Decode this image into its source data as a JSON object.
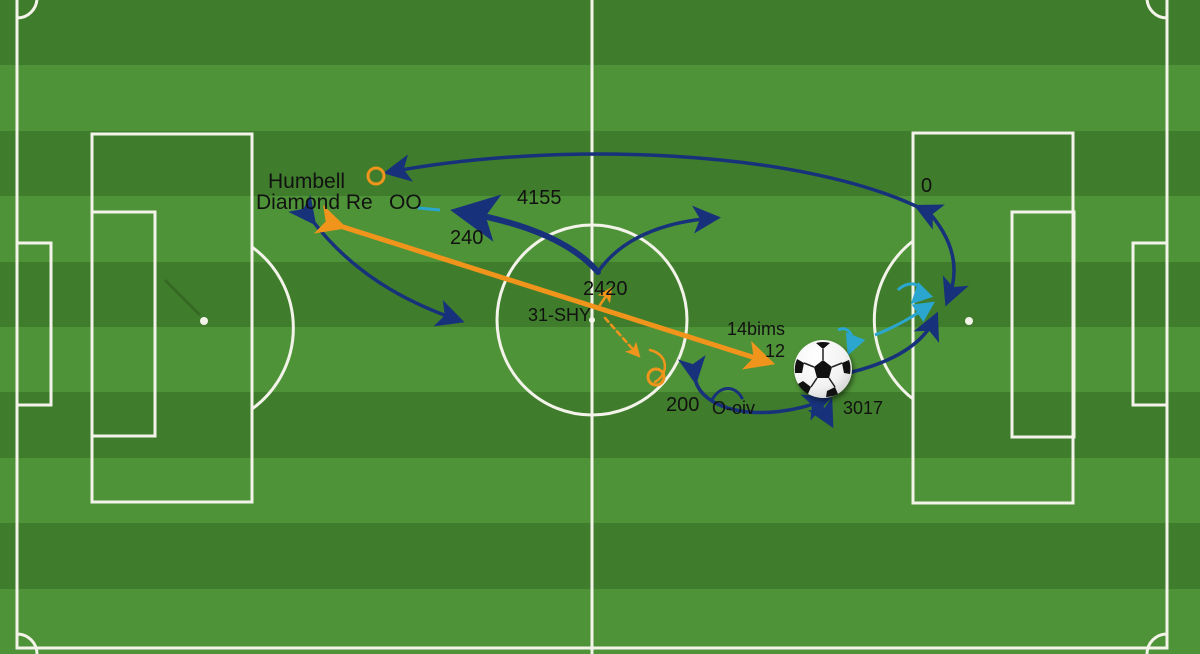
{
  "colors": {
    "grass_light": "#4f9338",
    "grass_dark": "#3f7d2c",
    "line": "#f3f3ea",
    "navy": "#17327a",
    "orange": "#f0941c",
    "cyan": "#2aa6cf"
  },
  "labels": {
    "team_line1": "Humbell",
    "team_line2": "Diamond Re",
    "team_line2_suffix": "OO",
    "n_4155": "4155",
    "n_240": "240",
    "n_2420": "2420",
    "n_31shy": "31-SHY",
    "n_14bims": "14bims",
    "n_12": "12",
    "n_200": "200",
    "n_oorv": "O-oiv",
    "n_3017": "3017",
    "n_0": "0"
  },
  "icons": {
    "ball": "soccer-ball-icon",
    "marker_top": "orange-ring-marker-icon",
    "marker_mid": "orange-ring-marker-icon"
  }
}
